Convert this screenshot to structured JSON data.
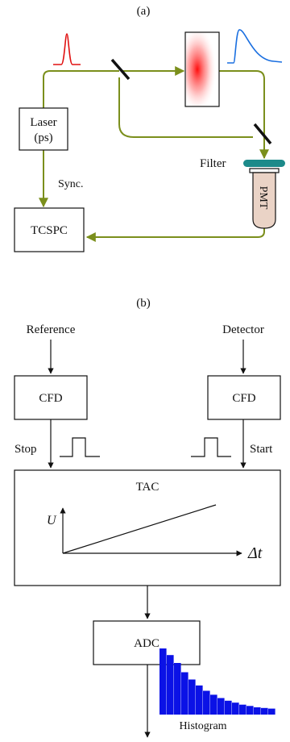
{
  "panel_a": {
    "label": "(a)",
    "laser_line1": "Laser",
    "laser_line2": "(ps)",
    "sync_label": "Sync.",
    "tcspc_label": "TCSPC",
    "filter_label": "Filter",
    "pmt_label": "PMT",
    "colors": {
      "beam": "#7b8f1c",
      "pulse_red": "#e01010",
      "pulse_blue": "#1a6fe0",
      "filter_teal": "#1c8a8a",
      "pmt_fill": "#ead3c6"
    }
  },
  "panel_b": {
    "label": "(b)",
    "reference_label": "Reference",
    "detector_label": "Detector",
    "cfd_left_label": "CFD",
    "cfd_right_label": "CFD",
    "stop_label": "Stop",
    "start_label": "Start",
    "tac_label": "TAC",
    "axis_u_label": "U",
    "axis_dt_label": "Δt",
    "adc_label": "ADC",
    "histogram_label": "Histogram",
    "histogram_color": "#0b12e6",
    "histogram_bars": [
      1.0,
      0.9,
      0.78,
      0.64,
      0.53,
      0.44,
      0.36,
      0.3,
      0.25,
      0.21,
      0.18,
      0.15,
      0.13,
      0.11,
      0.1,
      0.09
    ]
  }
}
